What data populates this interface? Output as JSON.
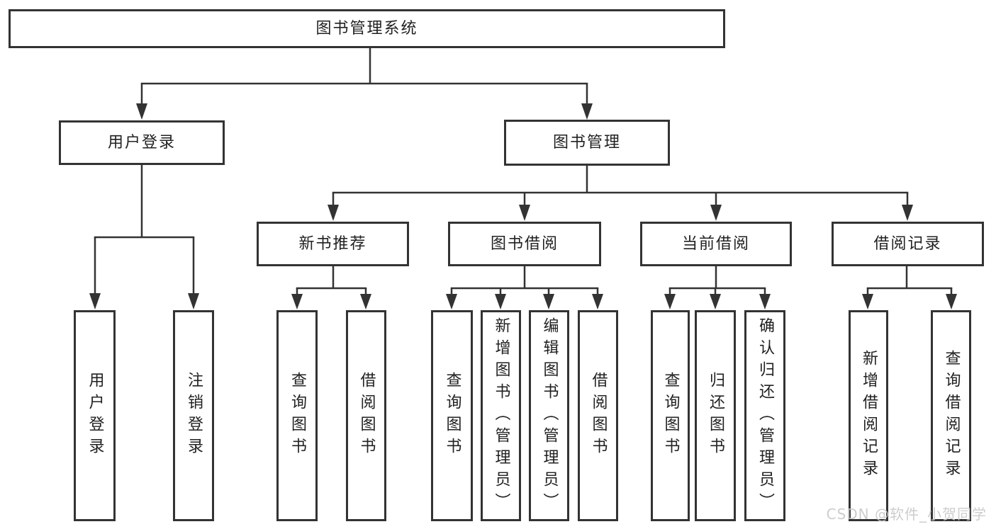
{
  "colors": {
    "line": "#333333",
    "text": "#212121",
    "background": "#ffffff",
    "watermark": "#c9c9c9"
  },
  "watermark": {
    "text": "CSDN @软件_小贺同学"
  },
  "tree": {
    "root": "图书管理系统",
    "branches": [
      {
        "label": "用户登录",
        "children": [
          {
            "label": "用户登录"
          },
          {
            "label": "注销登录"
          }
        ]
      },
      {
        "label": "图书管理",
        "children": [
          {
            "label": "新书推荐",
            "children": [
              {
                "label": "查询图书"
              },
              {
                "label": "借阅图书"
              }
            ]
          },
          {
            "label": "图书借阅",
            "children": [
              {
                "label": "查询图书"
              },
              {
                "label": "新增图书（管理员）"
              },
              {
                "label": "编辑图书（管理员）"
              },
              {
                "label": "借阅图书"
              }
            ]
          },
          {
            "label": "当前借阅",
            "children": [
              {
                "label": "查询图书"
              },
              {
                "label": "归还图书"
              },
              {
                "label": "确认归还（管理员）"
              }
            ]
          },
          {
            "label": "借阅记录",
            "children": [
              {
                "label": "新增借阅记录"
              },
              {
                "label": "查询借阅记录"
              }
            ]
          }
        ]
      }
    ]
  }
}
